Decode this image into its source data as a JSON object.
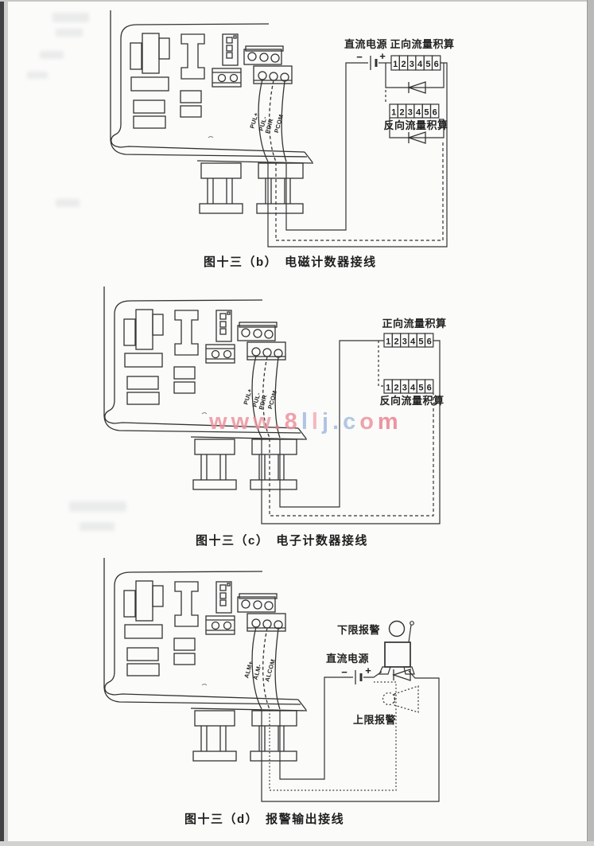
{
  "figures": {
    "b": {
      "caption": "图十三（b）　电磁计数器接线",
      "labels": {
        "dc_power": "直流电源",
        "forward_totalizer": "正向流量积算",
        "reverse_totalizer": "反向流量积算",
        "minus": "−",
        "plus": "+"
      },
      "wire_labels": {
        "w1": "PUL+",
        "w2": "PUL-",
        "w2b": "PDIR",
        "w3": "PCOM"
      }
    },
    "c": {
      "caption": "图十三（c）　电子计数器接线",
      "labels": {
        "forward_totalizer": "正向流量积算",
        "reverse_totalizer": "反向流量积算"
      },
      "wire_labels": {
        "w1": "PUL+",
        "w2": "PUL-",
        "w2b": "PDIR",
        "w3": "PCOM"
      }
    },
    "d": {
      "caption": "图十三（d）　报警输出接线",
      "labels": {
        "low_alarm": "下限报警",
        "dc_power": "直流电源",
        "high_alarm": "上限报警",
        "minus": "−",
        "plus": "+"
      },
      "wire_labels": {
        "w1": "ALM+",
        "w2": "ALM-",
        "w3": "ALCOM"
      }
    }
  },
  "terminal_numbers": [
    "1",
    "2",
    "3",
    "4",
    "5",
    "6"
  ],
  "watermark": {
    "text": "www.8llj.com",
    "letters": [
      {
        "ch": "w",
        "color": "#ec8f9c"
      },
      {
        "ch": "w",
        "color": "#ec8f9c"
      },
      {
        "ch": "w",
        "color": "#ee96a0"
      },
      {
        "ch": ".",
        "color": "#e87f8e"
      },
      {
        "ch": "8",
        "color": "#ec8f9c"
      },
      {
        "ch": "l",
        "color": "#9fb9e0"
      },
      {
        "ch": "l",
        "color": "#f2aab4"
      },
      {
        "ch": "j",
        "color": "#9fb9e0"
      },
      {
        "ch": ".",
        "color": "#9fb9e0"
      },
      {
        "ch": "c",
        "color": "#a4bce0"
      },
      {
        "ch": "o",
        "color": "#ec8f9c"
      },
      {
        "ch": "m",
        "color": "#e87f8e"
      }
    ]
  }
}
